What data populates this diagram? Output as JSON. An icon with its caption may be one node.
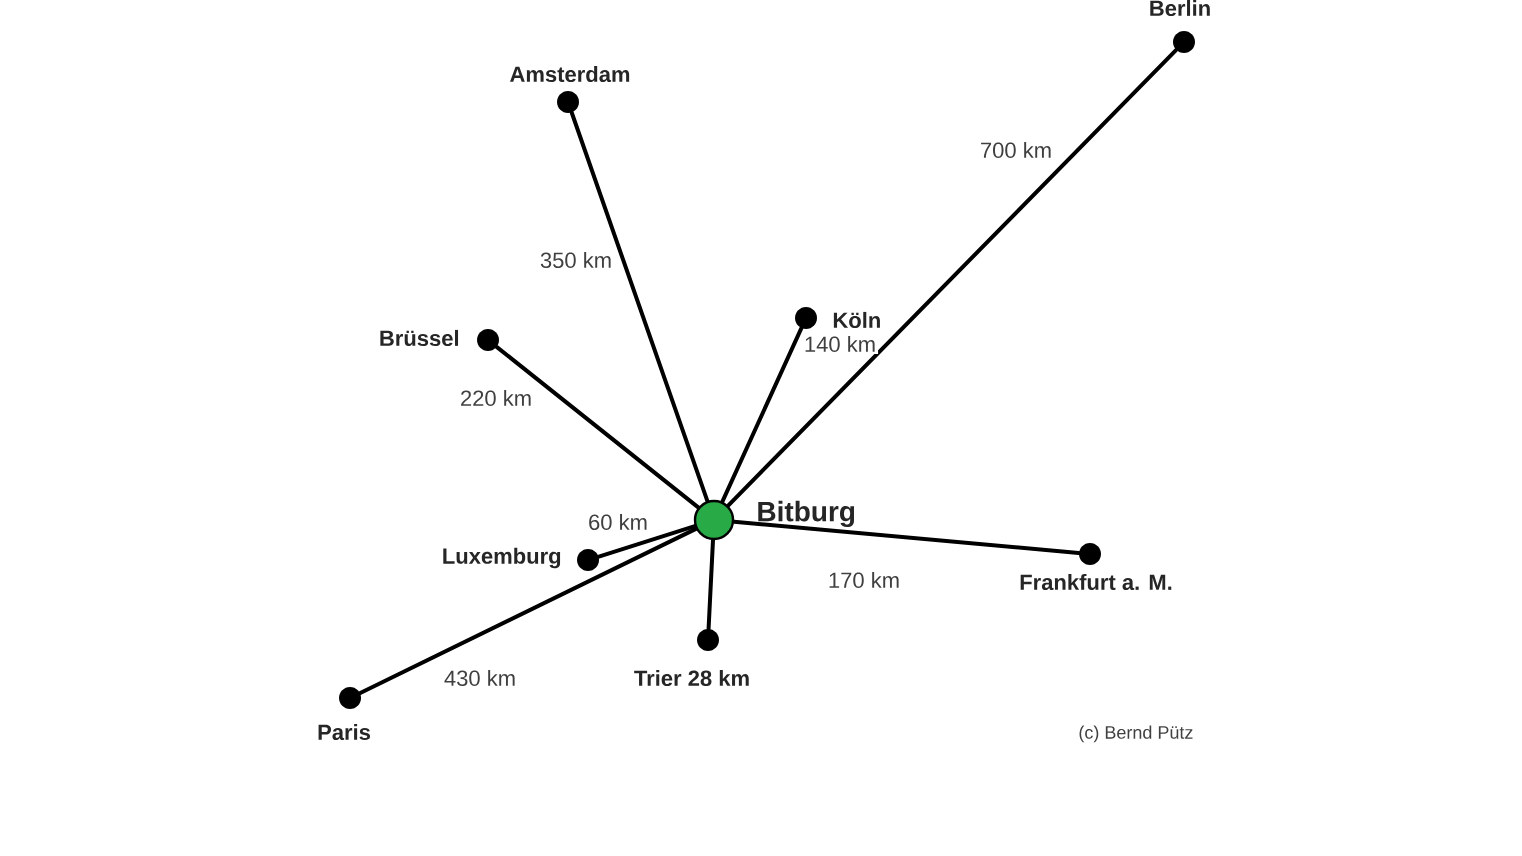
{
  "diagram": {
    "nodes": [
      {
        "text": [
          "Bitburg"
        ]
      },
      {
        "text": [
          "Amsterdam"
        ]
      },
      {
        "text": [
          "Berlin"
        ]
      },
      {
        "text": [
          "Köln"
        ]
      },
      {
        "text": [
          "Brüssel"
        ]
      },
      {
        "text": [
          "Luxemburg"
        ]
      },
      {
        "text": [
          "Frankfurt a. M."
        ]
      },
      {
        "text": [
          "Trier 28 km"
        ]
      },
      {
        "text": [
          "Paris"
        ]
      }
    ],
    "edges": [
      {
        "from": 0,
        "to": 1,
        "arrow": "none",
        "label": "350 km"
      },
      {
        "from": 0,
        "to": 2,
        "arrow": "none",
        "label": "700 km"
      },
      {
        "from": 0,
        "to": 3,
        "arrow": "none",
        "label": "140 km"
      },
      {
        "from": 0,
        "to": 4,
        "arrow": "none",
        "label": "220 km"
      },
      {
        "from": 0,
        "to": 5,
        "arrow": "none",
        "label": "60 km"
      },
      {
        "from": 0,
        "to": 6,
        "arrow": "none",
        "label": "170 km"
      },
      {
        "from": 0,
        "to": 7,
        "arrow": "none"
      },
      {
        "from": 0,
        "to": 8,
        "arrow": "none",
        "label": "430 km"
      }
    ],
    "labels": [
      "(c) Bernd Pütz"
    ]
  }
}
